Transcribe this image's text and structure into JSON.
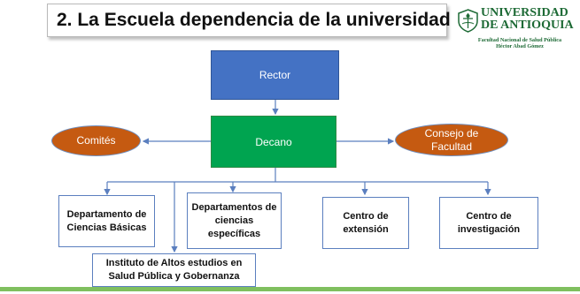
{
  "header": {
    "title": "2. La Escuela dependencia de la universidad"
  },
  "logo": {
    "name_line1": "UNIVERSIDAD",
    "name_line2": "DE ANTIOQUIA",
    "sub_line1": "Facultad Nacional de Salud Pública",
    "sub_line2": "Héctor Abad Gómez",
    "color": "#1d6a35"
  },
  "org": {
    "rector": "Rector",
    "decano": "Decano",
    "comites": "Comités",
    "consejo": "Consejo de Facultad",
    "units": [
      "Departamento de Ciencias Básicas",
      "Departamentos de ciencias específicas",
      "Centro de extensión",
      "Centro de investigación",
      "Instituto de Altos estudios en Salud Pública y Gobernanza"
    ]
  },
  "colors": {
    "rector": "#4472c4",
    "decano": "#00a450",
    "ellipse": "#c55a11",
    "connector": "#5b7fbf",
    "bottom_bar": "#7fbf5e"
  }
}
